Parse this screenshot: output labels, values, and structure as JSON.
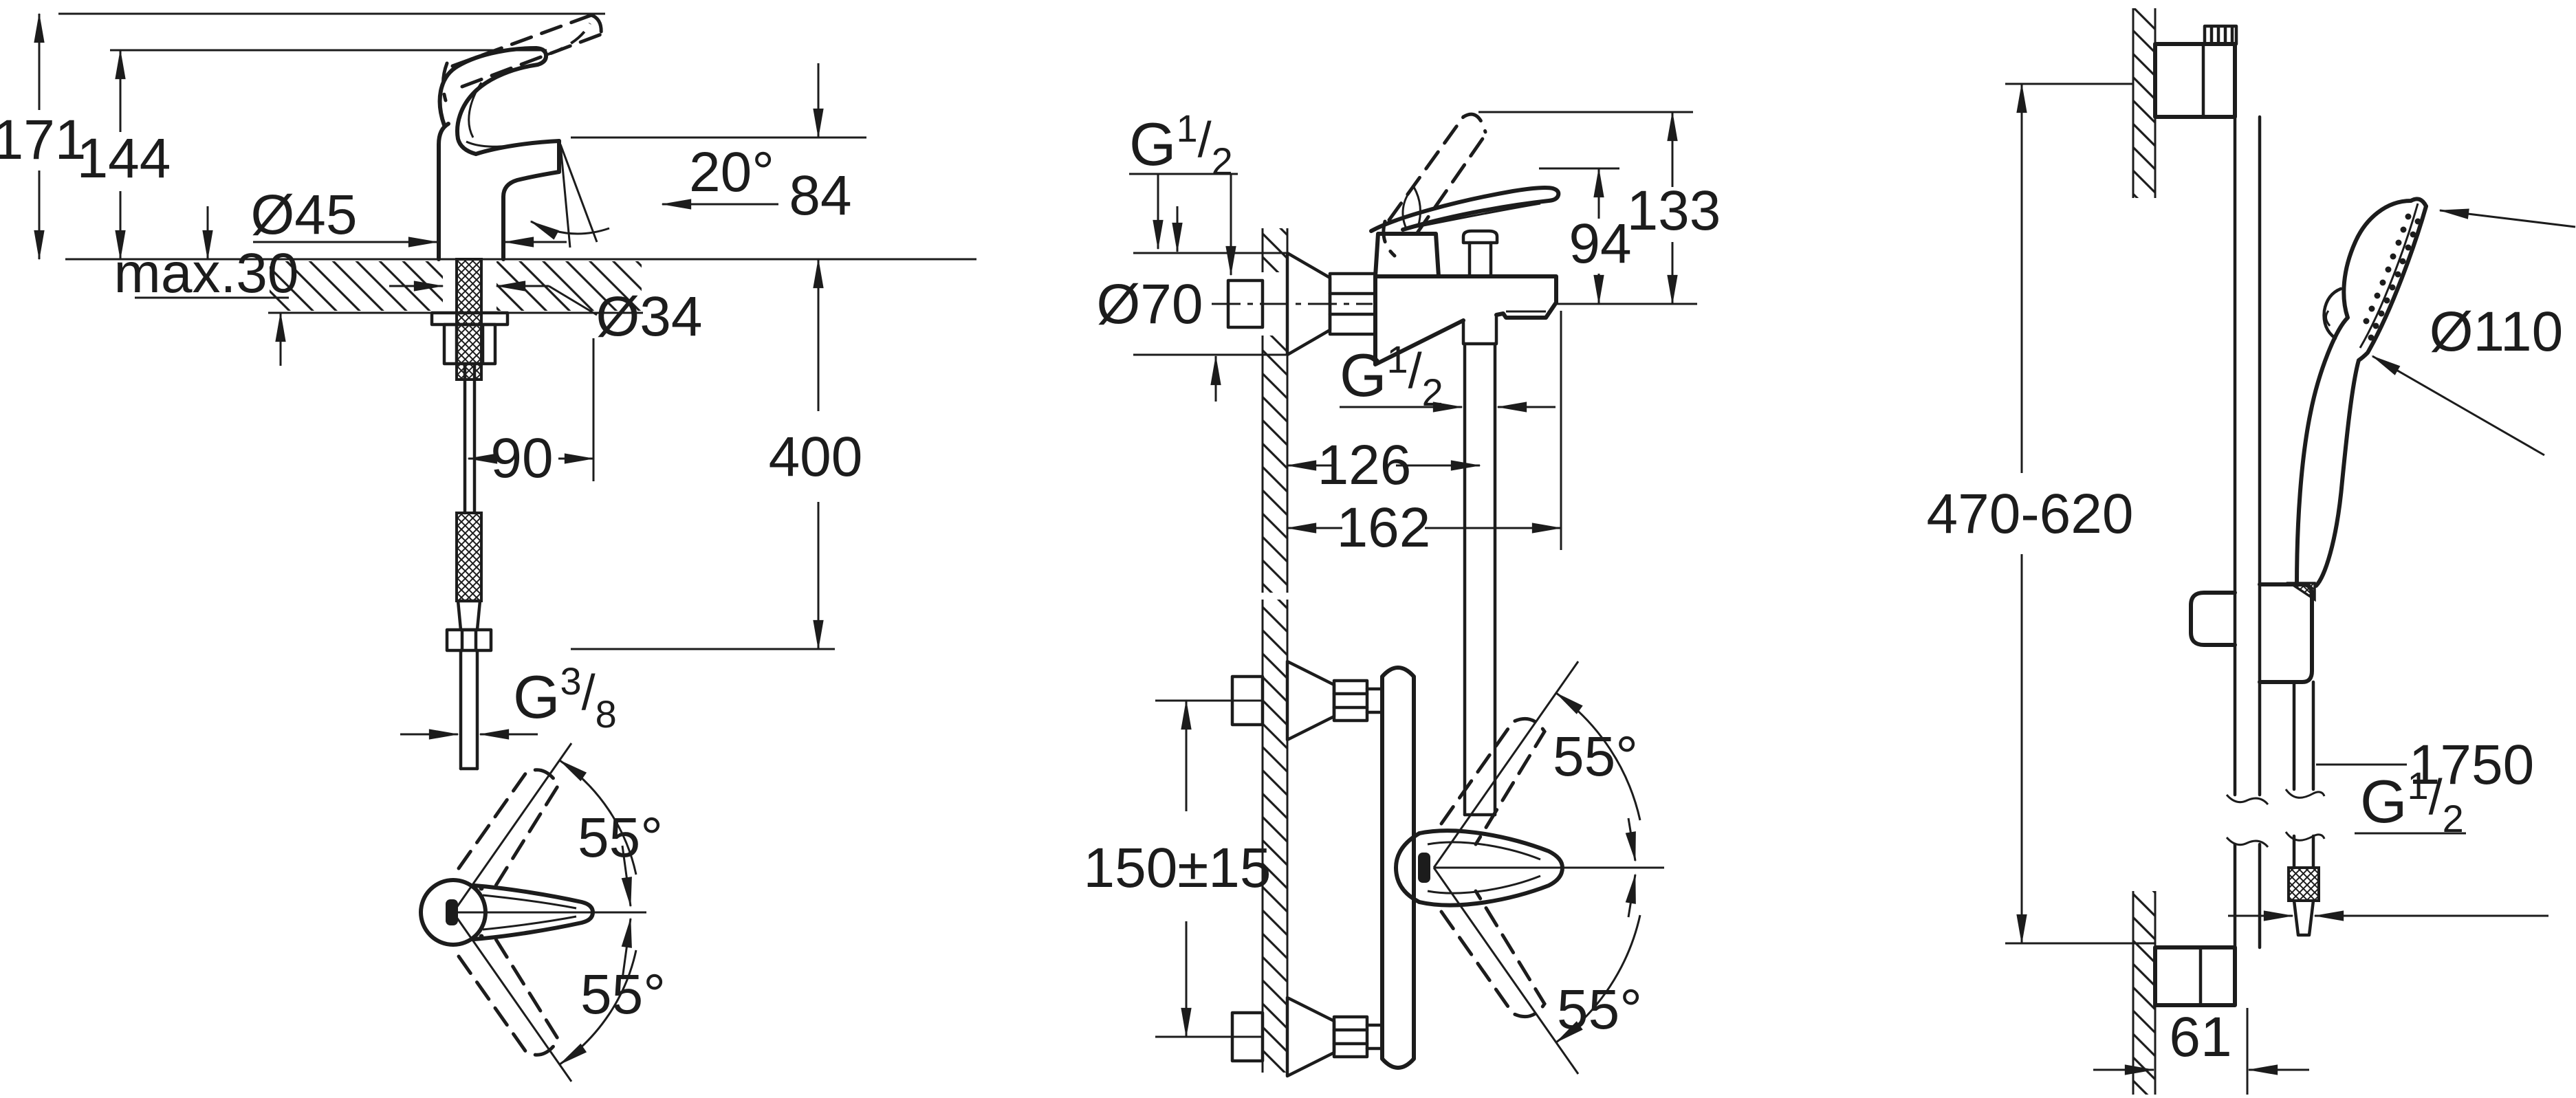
{
  "colors": {
    "ink": "#1c1c1c",
    "background": "#ffffff"
  },
  "fig_basin_side": {
    "height_to_raised_handle": "171",
    "height_to_handle": "144",
    "base_diameter": "Ø45",
    "max_deck_thickness": "max.30",
    "spout_angle": "20°",
    "spout_height": "84",
    "hole_diameter": "Ø34",
    "center_offset": "90",
    "hose_drop": "400",
    "supply_thread": {
      "g": "G",
      "num": "3",
      "slash": "/",
      "den": "8"
    }
  },
  "fig_basin_top": {
    "swivel_upper": "55°",
    "swivel_lower": "55°"
  },
  "fig_bath_front": {
    "wall_thread": {
      "g": "G",
      "num": "1",
      "slash": "/",
      "den": "2"
    },
    "escutcheon_diameter": "Ø70",
    "height_to_handle": "94",
    "height_to_raised_handle": "133",
    "outlet_thread": {
      "g": "G",
      "num": "1",
      "slash": "/",
      "den": "2"
    },
    "depth_to_outlet": "126",
    "depth_overall": "162"
  },
  "fig_bath_top": {
    "connection_centers": "150±15",
    "swivel_upper": "55°",
    "swivel_lower": "55°"
  },
  "fig_rail": {
    "holder_adjust_range": "470-620",
    "head_diameter": "Ø110",
    "hose_length": "1750",
    "hose_thread": {
      "g": "G",
      "num": "1",
      "slash": "/",
      "den": "2"
    },
    "wall_to_rail_center": "61"
  }
}
